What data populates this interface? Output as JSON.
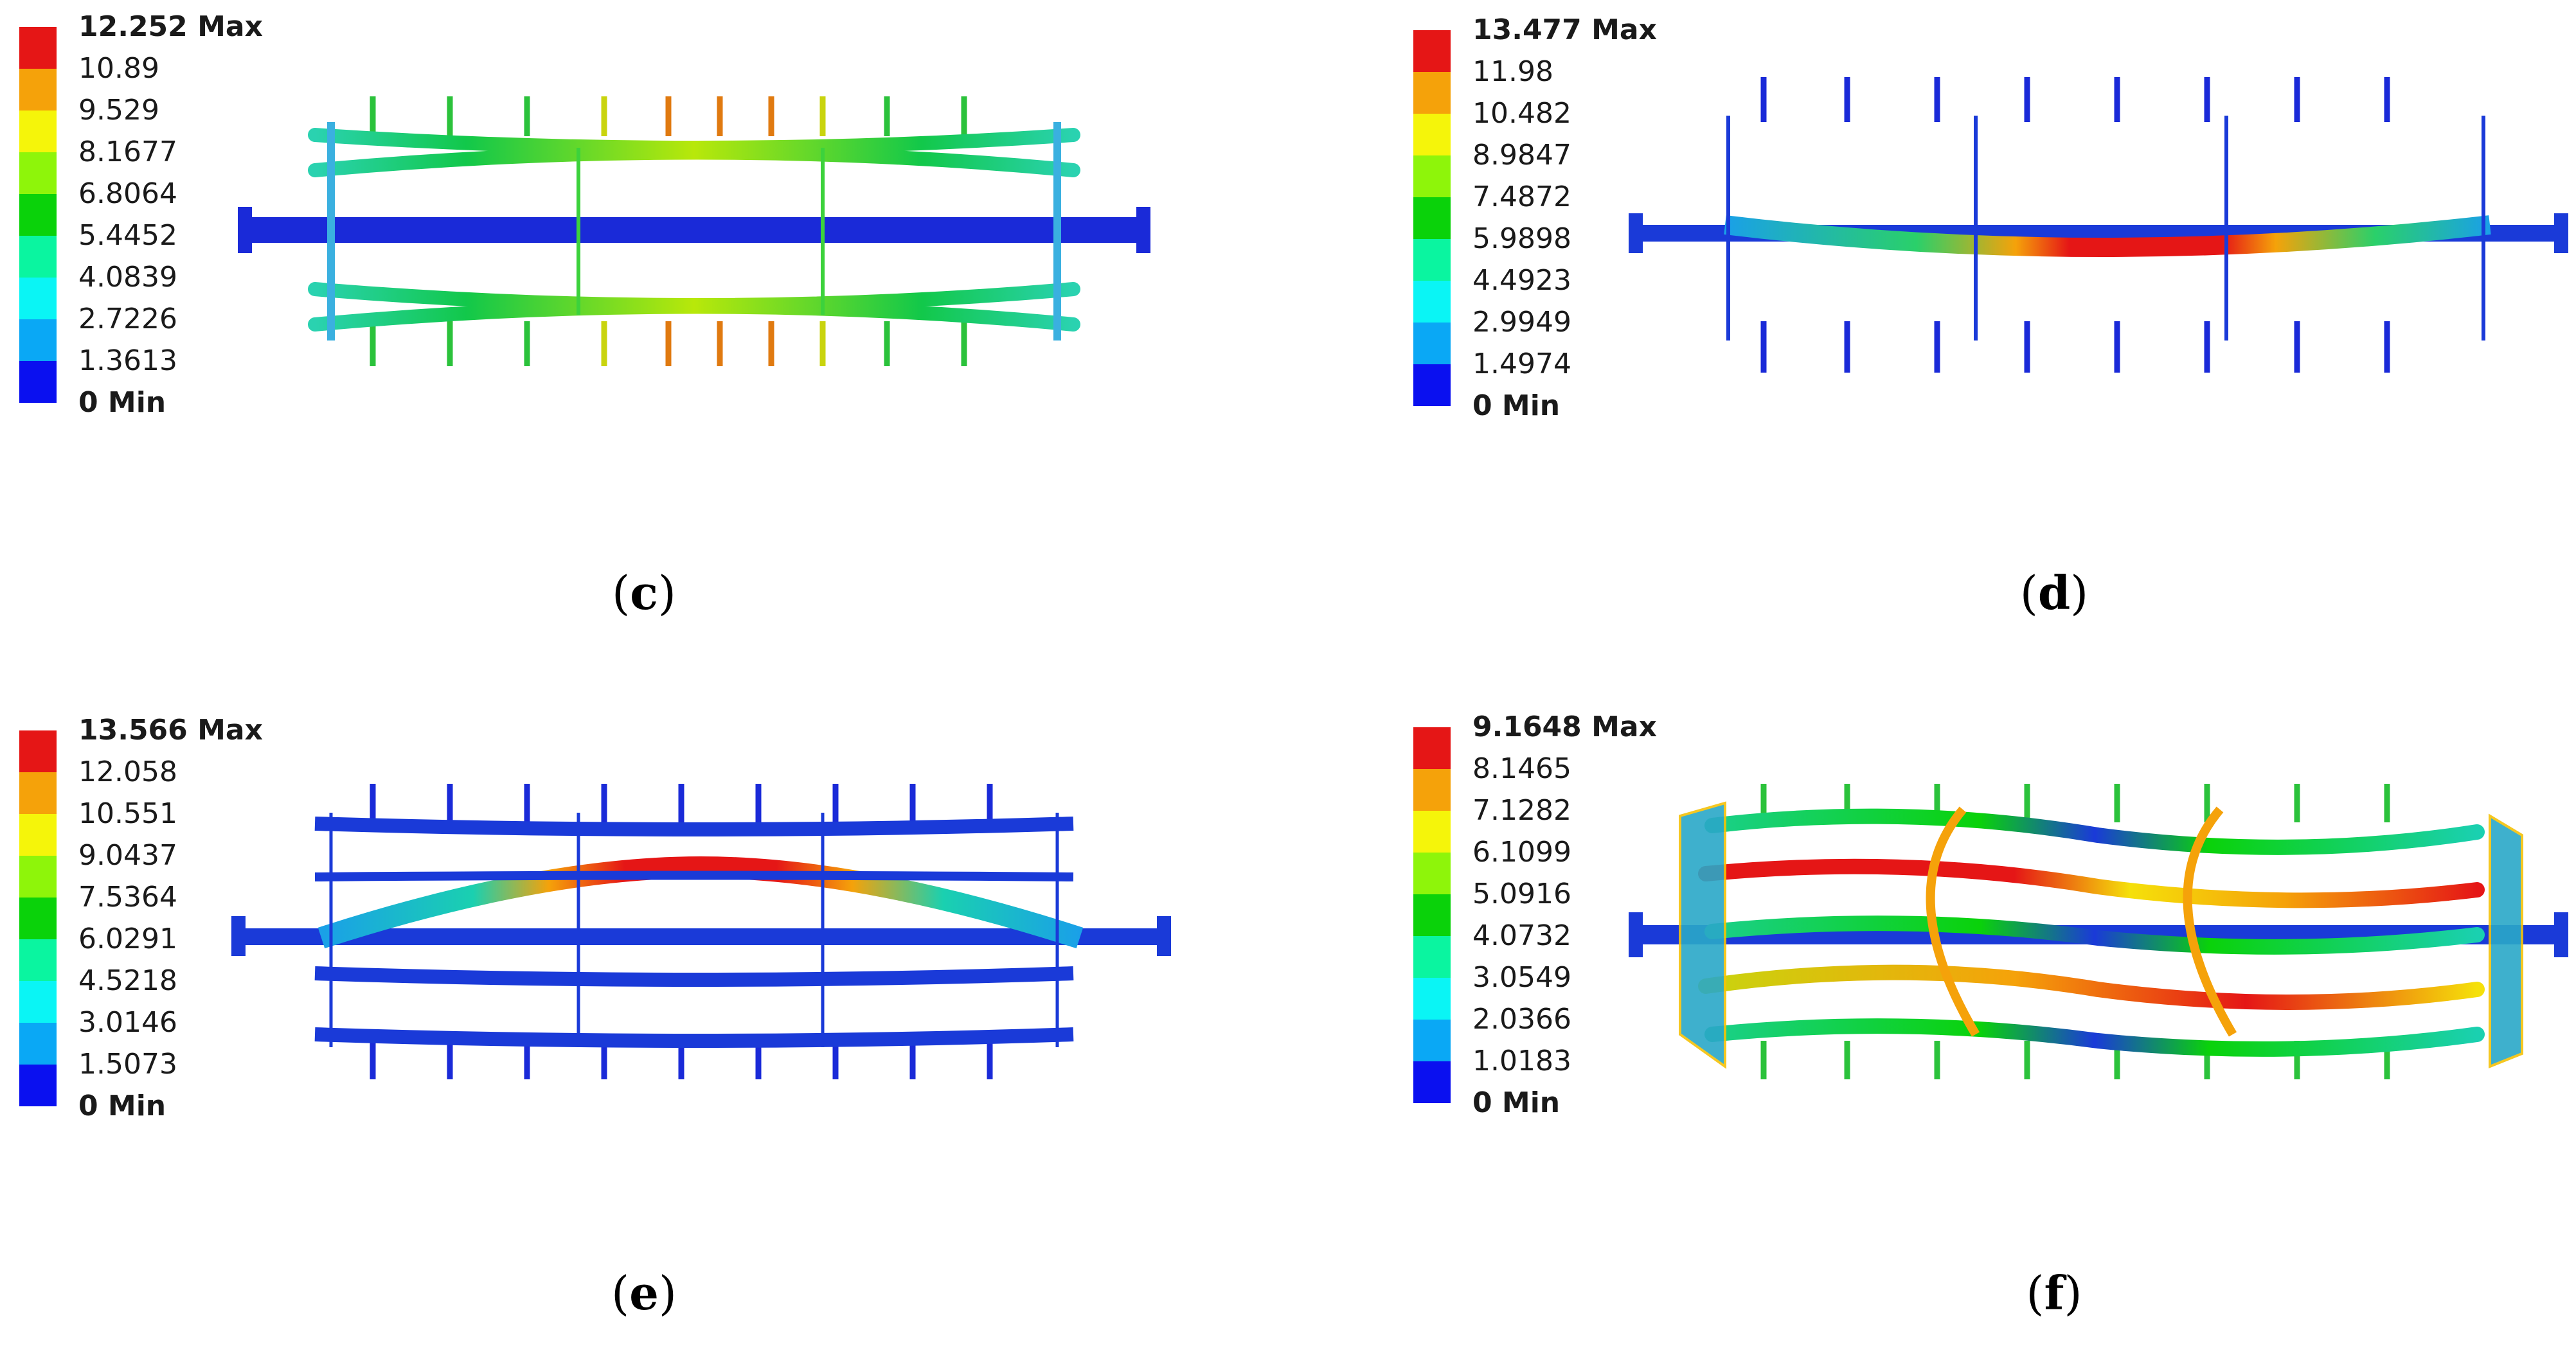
{
  "panels": [
    {
      "id": "c",
      "caption": "c",
      "legend": [
        "12.252 Max",
        "10.89",
        "9.529",
        "8.1677",
        "6.8064",
        "5.4452",
        "4.0839",
        "2.7226",
        "1.3613",
        "0 Min"
      ],
      "rods": [
        {
          "id": "r1",
          "y": 0.11,
          "pattern": "green-mid",
          "bend": 0.0
        },
        {
          "id": "r2",
          "y": 0.27,
          "pattern": "green-mid",
          "bend": 0.0
        },
        {
          "id": "r3",
          "y": 0.73,
          "pattern": "green-mid",
          "bend": 0.0
        },
        {
          "id": "r4",
          "y": 0.89,
          "pattern": "green-mid",
          "bend": 0.0
        }
      ],
      "shaft": "blue",
      "style": "uniform-green"
    },
    {
      "id": "d",
      "caption": "d",
      "legend": [
        "13.477 Max",
        "11.98",
        "10.482",
        "8.9847",
        "7.4872",
        "5.9898",
        "4.4923",
        "2.9949",
        "1.4974",
        "0 Min"
      ],
      "style": "center-red"
    },
    {
      "id": "e",
      "caption": "e",
      "legend": [
        "13.566 Max",
        "12.058",
        "10.551",
        "9.0437",
        "7.5364",
        "6.0291",
        "4.5218",
        "3.0146",
        "1.5073",
        "0 Min"
      ],
      "style": "center-red-e"
    },
    {
      "id": "f",
      "caption": "f",
      "legend": [
        "9.1648 Max",
        "8.1465",
        "7.1282",
        "6.1099",
        "5.0916",
        "4.0732",
        "3.0549",
        "2.0366",
        "1.0183",
        "0 Min"
      ],
      "style": "twisted"
    }
  ],
  "legend_colors": [
    "#e51616",
    "#f5a20a",
    "#f5f50a",
    "#8ef50a",
    "#0ad20a",
    "#0af5a0",
    "#0af5f5",
    "#0aa8f5",
    "#0a10f0"
  ]
}
